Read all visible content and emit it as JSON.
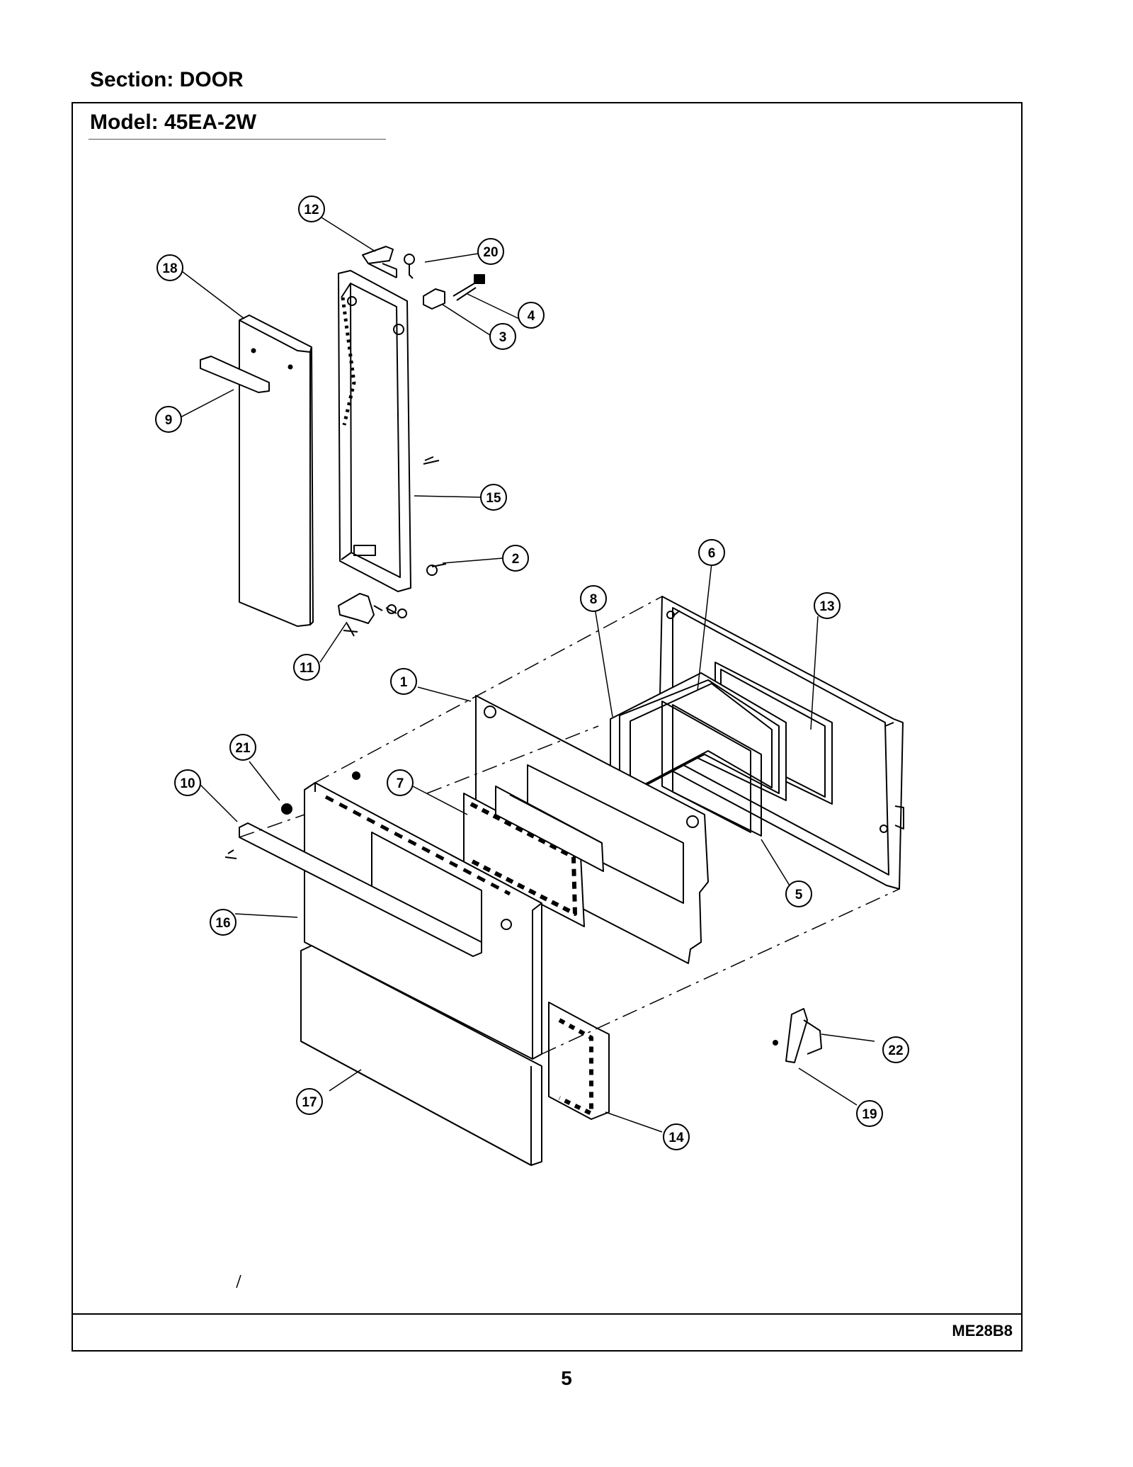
{
  "header": {
    "section": "Section:  DOOR",
    "model": "Model:  45EA-2W"
  },
  "footer": {
    "diagram_code": "ME28B8",
    "page_number": "5"
  },
  "callouts": [
    {
      "label": "12"
    },
    {
      "label": "20"
    },
    {
      "label": "18"
    },
    {
      "label": "4"
    },
    {
      "label": "3"
    },
    {
      "label": "9"
    },
    {
      "label": "15"
    },
    {
      "label": "2"
    },
    {
      "label": "6"
    },
    {
      "label": "8"
    },
    {
      "label": "13"
    },
    {
      "label": "11"
    },
    {
      "label": "1"
    },
    {
      "label": "21"
    },
    {
      "label": "10"
    },
    {
      "label": "7"
    },
    {
      "label": "5"
    },
    {
      "label": "16"
    },
    {
      "label": "22"
    },
    {
      "label": "17"
    },
    {
      "label": "19"
    },
    {
      "label": "14"
    }
  ],
  "colors": {
    "ink": "#000000",
    "paper": "#ffffff"
  }
}
